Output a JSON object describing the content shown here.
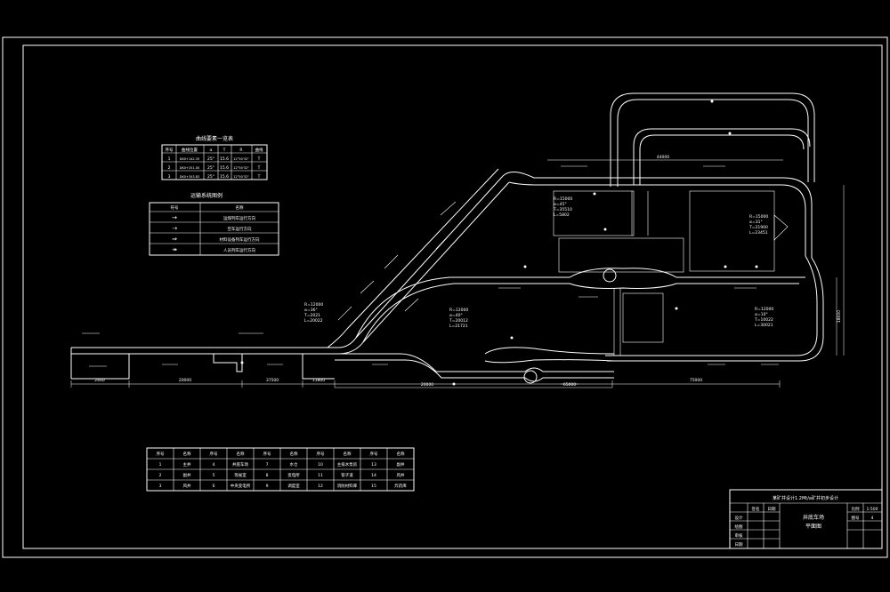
{
  "colors": {
    "background": "#000000",
    "lines": "#ffffff"
  },
  "curve_table": {
    "title": "曲线要素一览表",
    "headers": [
      "序号",
      "曲线位置",
      "α",
      "T",
      "R",
      "曲线"
    ],
    "rows": [
      [
        "1",
        "DK0+142.35",
        "25°",
        "15.6",
        "12°50'32\"",
        "T"
      ],
      [
        "2",
        "DK0+251.00",
        "25°",
        "15.6",
        "12°50'32\"",
        "T"
      ],
      [
        "3",
        "DK0+343.83",
        "25°",
        "15.6",
        "12°50'32\"",
        "T"
      ]
    ]
  },
  "legend_table": {
    "title": "运输系统图例",
    "headers": [
      "符号",
      "名称"
    ],
    "rows": [
      [
        "→",
        "运煤列车运行方向"
      ],
      [
        "⇢",
        "空车运行方向"
      ],
      [
        "⇒",
        "材料设备列车运行方向"
      ],
      [
        "↠",
        "人员列车运行方向"
      ]
    ]
  },
  "equipment_table": {
    "headers": [
      "序号",
      "名称",
      "序号",
      "名称",
      "序号",
      "名称",
      "序号",
      "名称",
      "序号",
      "名称"
    ],
    "rows": [
      [
        "1",
        "主井",
        "4",
        "井底车场",
        "7",
        "水仓",
        "10",
        "主排水泵房",
        "13",
        "副井"
      ],
      [
        "2",
        "副井",
        "5",
        "等候室",
        "8",
        "变电所",
        "11",
        "管子道",
        "14",
        "风井"
      ],
      [
        "3",
        "风井",
        "6",
        "中央变电所",
        "9",
        "调度室",
        "12",
        "消防材料库",
        "15",
        "炸药库"
      ]
    ]
  },
  "title_block": {
    "school": "某矿井设计1.2Mt/a矿井初步设计",
    "drawing_name": "井底车场",
    "drawing_subtitle": "平面图",
    "scale_label": "比例",
    "scale": "1:500",
    "sheet_label": "图号",
    "sheet": "4",
    "roles": [
      "设计",
      "绘图",
      "审核",
      "日期"
    ],
    "col_heads": [
      "签名",
      "日期"
    ]
  },
  "curve_params": [
    [
      "R=12000",
      "α=36°",
      "T=2021",
      "L=20022"
    ],
    [
      "R=15000",
      "α=45°",
      "T=35510",
      "L=5802"
    ],
    [
      "R=12000",
      "α=40°",
      "T=20012",
      "L=21721"
    ],
    [
      "R=15000",
      "α=31°",
      "T=21900",
      "L=23451"
    ],
    [
      "R=12000",
      "α=10°",
      "T=10022",
      "L=30021"
    ]
  ],
  "dimensions": [
    "2400",
    "20000",
    "37500",
    "11800",
    "20000",
    "65000",
    "75000",
    "44000",
    "18000"
  ]
}
